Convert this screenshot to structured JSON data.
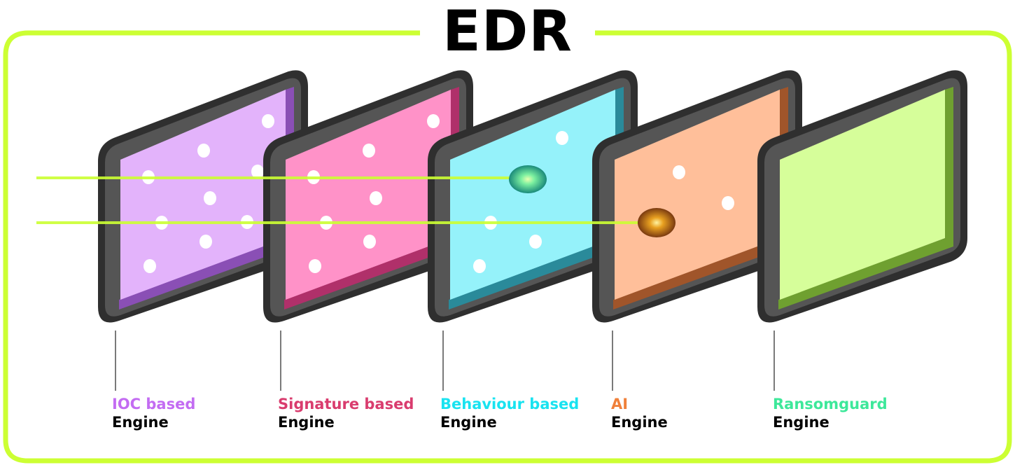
{
  "title": "EDR",
  "colors": {
    "frame_border": "#ccff33",
    "laser": "#ccff33",
    "panel_edge": "#3a3a3a"
  },
  "engines": [
    {
      "name": "IOC based",
      "suffix": "Engine",
      "color": "#c36cf2",
      "glass": "#e3b3fb",
      "side": "#8a4fb5"
    },
    {
      "name": "Signature based",
      "suffix": "Engine",
      "color": "#d93c6e",
      "glass": "#ff92c8",
      "side": "#b0306a"
    },
    {
      "name": "Behaviour based",
      "suffix": "Engine",
      "color": "#19e3f0",
      "glass": "#95f2fa",
      "side": "#2a8a9a"
    },
    {
      "name": "AI",
      "suffix": "Engine",
      "color": "#f0803a",
      "glass": "#ffbf9a",
      "side": "#a0552a"
    },
    {
      "name": "Ransomguard",
      "suffix": "Engine",
      "color": "#3de89a",
      "glass": "#d6fe9a",
      "side": "#6fa030"
    }
  ]
}
